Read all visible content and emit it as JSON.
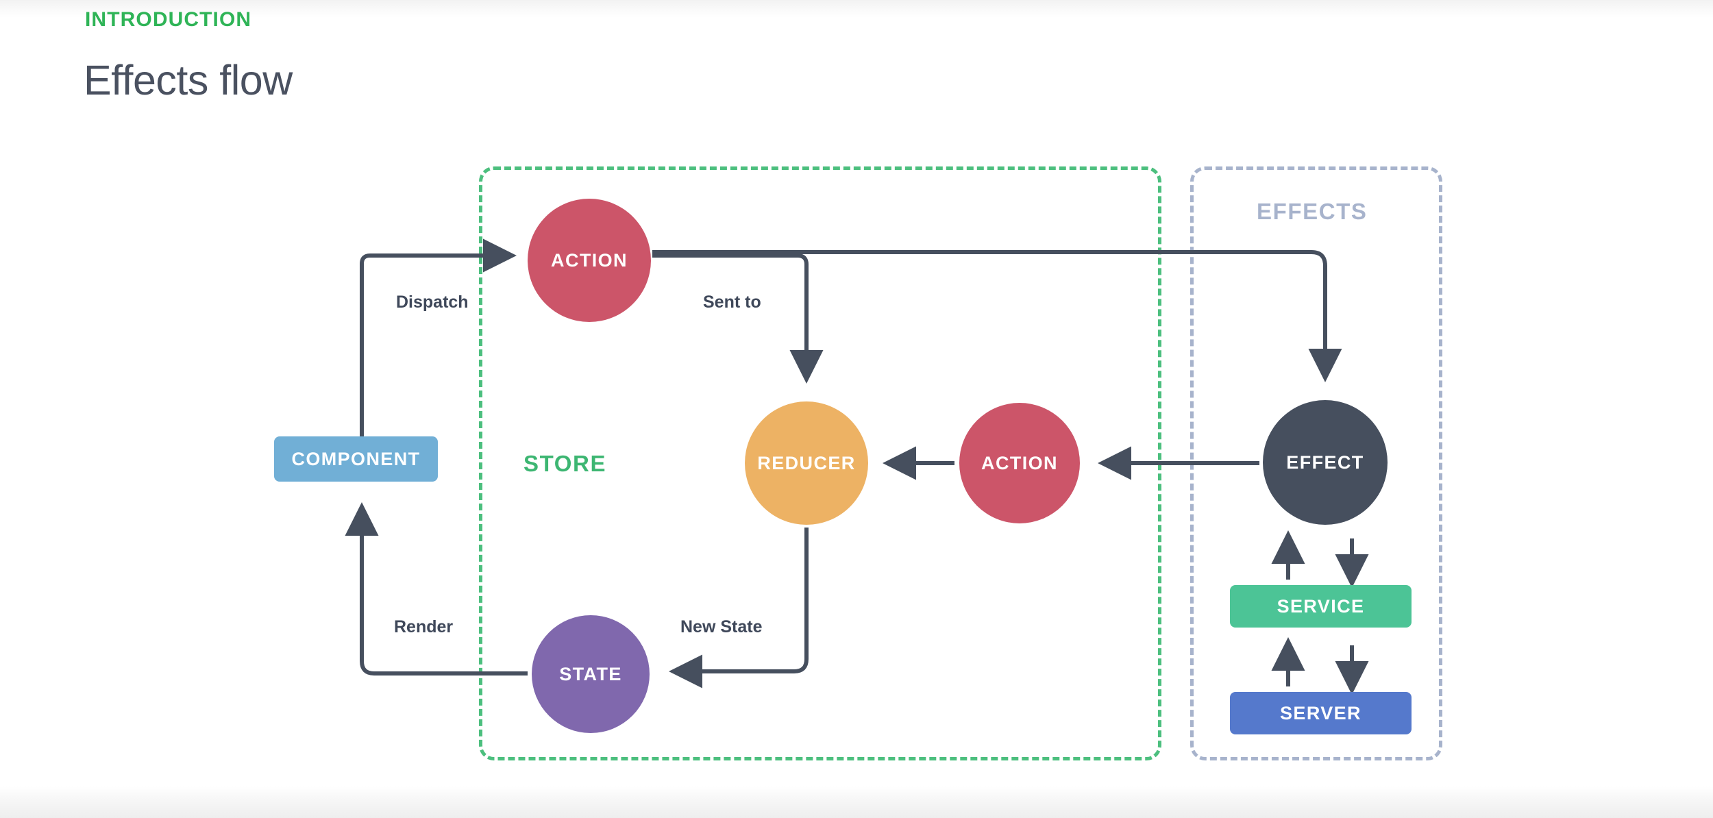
{
  "header": {
    "eyebrow": "INTRODUCTION",
    "title": "Effects flow"
  },
  "diagram": {
    "panels": [
      {
        "id": "store",
        "label": "STORE",
        "color": "#4CBF7E",
        "label_color": "#3DB672",
        "style": "dashed"
      },
      {
        "id": "effects",
        "label": "EFFECTS",
        "color": "#A7B3CC",
        "label_color": "#A7B3CC",
        "style": "dashed"
      }
    ],
    "nodes": [
      {
        "id": "component",
        "label": "COMPONENT",
        "shape": "rect",
        "color": "#71AFD6"
      },
      {
        "id": "action1",
        "label": "ACTION",
        "shape": "circle",
        "color": "#CC5569"
      },
      {
        "id": "reducer",
        "label": "REDUCER",
        "shape": "circle",
        "color": "#EDB264"
      },
      {
        "id": "state",
        "label": "STATE",
        "shape": "circle",
        "color": "#8068AD"
      },
      {
        "id": "action2",
        "label": "ACTION",
        "shape": "circle",
        "color": "#CC5569"
      },
      {
        "id": "effect",
        "label": "EFFECT",
        "shape": "circle",
        "color": "#464F5E"
      },
      {
        "id": "service",
        "label": "SERVICE",
        "shape": "rect",
        "color": "#4CC496"
      },
      {
        "id": "server",
        "label": "SERVER",
        "shape": "rect",
        "color": "#5579CC"
      }
    ],
    "edge_labels": {
      "dispatch": "Dispatch",
      "sent_to": "Sent to",
      "render": "Render",
      "new_state": "New State"
    },
    "edges": [
      {
        "from": "component",
        "to": "action1",
        "label": "Dispatch"
      },
      {
        "from": "action1",
        "to": "reducer",
        "label": "Sent to"
      },
      {
        "from": "action1",
        "to": "effect",
        "label": ""
      },
      {
        "from": "reducer",
        "to": "state",
        "label": "New State"
      },
      {
        "from": "state",
        "to": "component",
        "label": "Render"
      },
      {
        "from": "effect",
        "to": "action2",
        "label": ""
      },
      {
        "from": "action2",
        "to": "reducer",
        "label": ""
      },
      {
        "from": "effect",
        "to": "service",
        "label": ""
      },
      {
        "from": "service",
        "to": "effect",
        "label": ""
      },
      {
        "from": "service",
        "to": "server",
        "label": ""
      },
      {
        "from": "server",
        "to": "service",
        "label": ""
      }
    ],
    "edge_color": "#464F5E"
  }
}
